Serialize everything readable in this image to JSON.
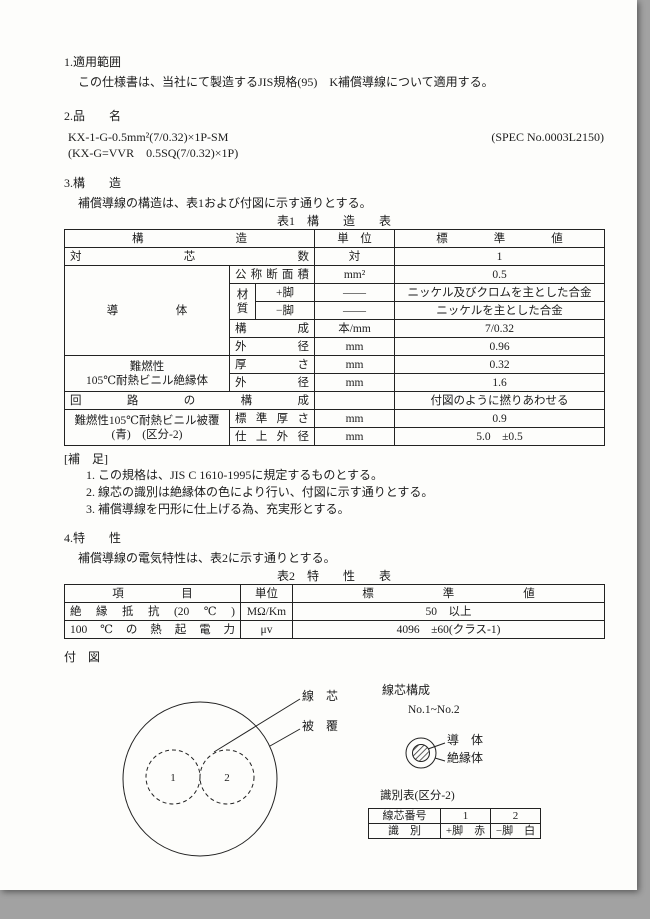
{
  "page": {
    "background": "#a2a2a2",
    "paper": "#fdfdfb",
    "ink": "#1c1c1c"
  },
  "sections": {
    "s1_heading": "1.適用範囲",
    "s1_body": "この仕様書は、当社にて製造するJIS規格(95)　K補償導線について適用する。",
    "s2_heading": "2.品　　名",
    "s2_product_line1": "KX-1-G-0.5mm²(7/0.32)×1P-SM",
    "s2_spec_no": "(SPEC No.0003L2150)",
    "s2_product_line2": "(KX-G=VVR　0.5SQ(7/0.32)×1P)",
    "s3_heading": "3.構　　造",
    "s3_body": "補償導線の構造は、表1および付図に示す通りとする。",
    "table1_title": "表1　構　　造　　表",
    "hosoku_heading": "[補　足]",
    "note1": "1. この規格は、JIS C 1610-1995に規定するものとする。",
    "note2": "2. 線芯の識別は絶縁体の色により行い、付図に示す通りとする。",
    "note3": "3. 補償導線を円形に仕上げる為、充実形とする。",
    "s4_heading": "4.特　　性",
    "s4_body": "補償導線の電気特性は、表2に示す通りとする。",
    "table2_title": "表2　特　　性　　表",
    "figure_heading": "付　図"
  },
  "table1": {
    "h_structure": "構　　　　　　　　造",
    "h_unit": "単　位",
    "h_value": "標　　　　準　　　　値",
    "row_pair_count": {
      "label": "対芯数",
      "unit": "対",
      "value": "1"
    },
    "conductor_group": "導　　　　　体",
    "row_nominal_area": {
      "label": "公称断面積",
      "unit": "mm²",
      "value": "0.5"
    },
    "material_label": "材質",
    "row_plus_leg": {
      "label": "+脚",
      "unit": "——",
      "value": "ニッケル及びクロムを主とした合金"
    },
    "row_minus_leg": {
      "label": "−脚",
      "unit": "——",
      "value": "ニッケルを主とした合金"
    },
    "row_stranding": {
      "label": "構成",
      "unit": "本/mm",
      "value": "7/0.32"
    },
    "row_conductor_od": {
      "label": "外径",
      "unit": "mm",
      "value": "0.96"
    },
    "insulation_group_line1": "難燃性",
    "insulation_group_line2": "105℃耐熱ビニル絶縁体",
    "row_thickness": {
      "label": "厚さ",
      "unit": "mm",
      "value": "0.32"
    },
    "row_insulation_od": {
      "label": "外径",
      "unit": "mm",
      "value": "1.6"
    },
    "row_circuit": {
      "label": "回路の構成",
      "unit": "",
      "value": "付図のように撚りあわせる"
    },
    "sheath_group_line1": "難燃性105℃耐熱ビニル被覆",
    "sheath_group_line2": "(青)　(区分-2)",
    "row_sheath_thickness": {
      "label": "標準厚さ",
      "unit": "mm",
      "value": "0.9"
    },
    "row_finished_od": {
      "label": "仕上外径",
      "unit": "mm",
      "value": "5.0　±0.5"
    }
  },
  "table2": {
    "h_item": "項　　　　　目",
    "h_unit": "単位",
    "h_value": "標　　　　　　準　　　　　　値",
    "row_insulation_resistance": {
      "label": "絶縁抵抗(20℃)",
      "unit": "MΩ/Km",
      "value": "50　以上"
    },
    "row_thermal_emf": {
      "label": "100℃の熱起電力",
      "unit": "μv",
      "value": "4096　±60(クラス-1)"
    }
  },
  "figure": {
    "core_label": "線　芯",
    "sheath_label": "被　覆",
    "core1_number": "1",
    "core2_number": "2",
    "core_config_title": "線芯構成",
    "core_config_range": "No.1~No.2",
    "conductor_label": "導　体",
    "insulator_label": "絶縁体",
    "id_table_title": "識別表(区分-2)",
    "id_table": {
      "row1_label": "線芯番号",
      "row1_core1": "1",
      "row1_core2": "2",
      "row2_label": "識　別",
      "row2_core1": "+脚　赤",
      "row2_core2": "−脚　白"
    }
  }
}
